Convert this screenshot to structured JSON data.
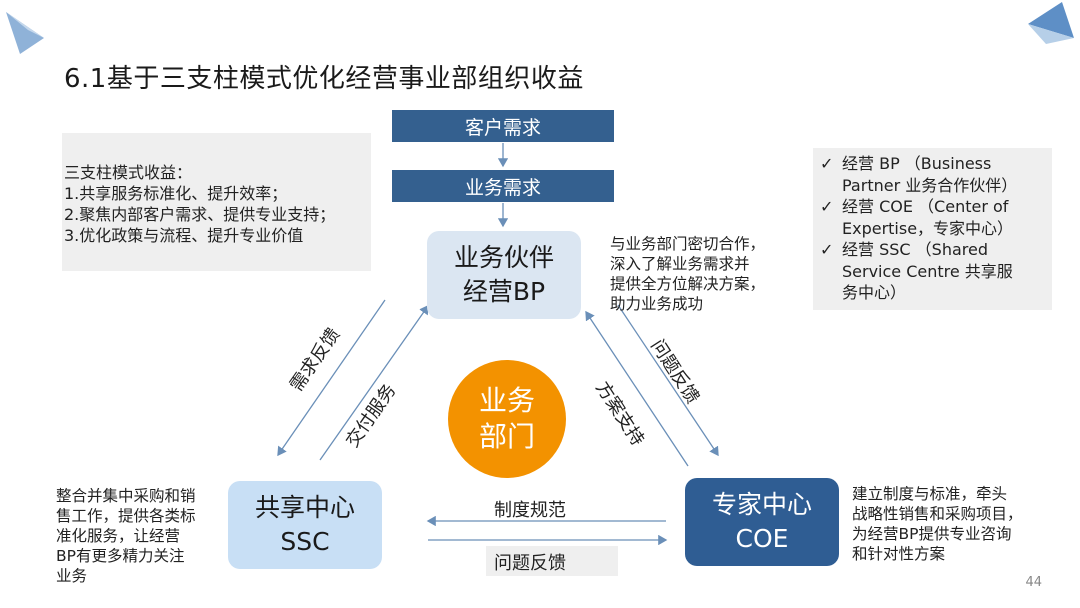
{
  "title": "6.1基于三支柱模式优化经营事业部组织收益",
  "top_boxes": {
    "customer": "客户需求",
    "business": "业务需求"
  },
  "left_panel": {
    "heading": "三支柱模式收益：",
    "items": [
      "1.共享服务标准化、提升效率；",
      "2.聚焦内部客户需求、提供专业支持；",
      "3.优化政策与流程、提升专业价值"
    ]
  },
  "right_panel": {
    "mark": "✓",
    "items": [
      [
        "经营 BP （Business",
        "Partner 业务合作伙伴）"
      ],
      [
        "经营 COE （Center of",
        "Expertise，专家中心）"
      ],
      [
        "经营 SSC （Shared",
        "Service Centre 共享服",
        "务中心）"
      ]
    ]
  },
  "bp": {
    "line1": "业务伙伴",
    "line2": "经营BP"
  },
  "bp_desc": [
    "与业务部门密切合作，",
    "深入了解业务需求并",
    "提供全方位解决方案，",
    "助力业务成功"
  ],
  "center": {
    "line1": "业务",
    "line2": "部门"
  },
  "ssc": {
    "line1": "共享中心",
    "line2": "SSC"
  },
  "ssc_desc": [
    "整合并集中采购和销",
    "售工作，提供各类标",
    "准化服务，让经营",
    "BP有更多精力关注",
    "业务"
  ],
  "coe": {
    "line1": "专家中心",
    "line2": "COE"
  },
  "coe_desc": [
    "建立制度与标准，牵头",
    "战略性销售和采购项目，",
    "为经营BP提供专业咨询",
    "和针对性方案"
  ],
  "arrows": {
    "demand_feedback": "需求反馈",
    "delivery_service": "交付服务",
    "problem_feedback_right": "问题反馈",
    "solution_support": "方案支持",
    "rules": "制度规范",
    "problem_feedback_bottom": "问题反馈"
  },
  "page_number": "44",
  "colors": {
    "dark_blue": "#34608f",
    "orange": "#f39200",
    "light_blue": "#c8dff5",
    "pale_blue": "#dbe6f2"
  }
}
